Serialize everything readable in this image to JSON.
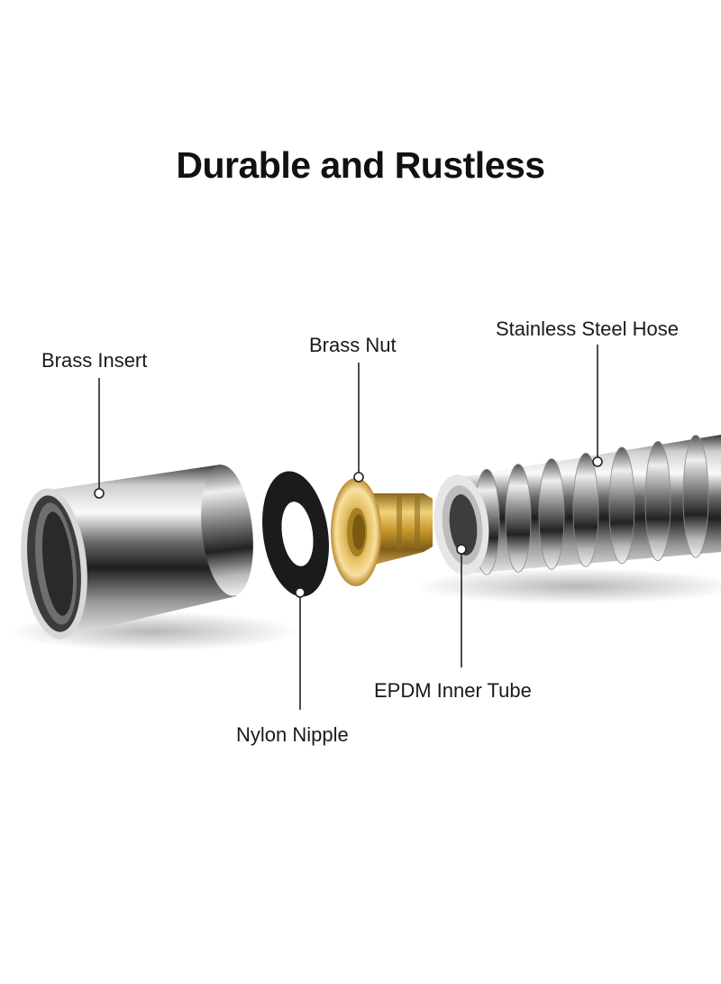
{
  "title": "Durable and Rustless",
  "labels": {
    "brass_insert": "Brass Insert",
    "brass_nut": "Brass Nut",
    "stainless_steel_hose": "Stainless Steel Hose",
    "epdm_inner_tube": "EPDM Inner Tube",
    "nylon_nipple": "Nylon Nipple"
  },
  "colors": {
    "chrome_dark": "#2a2a2a",
    "chrome_light": "#f4f4f4",
    "brass": "#d9a83a",
    "rubber": "#1b1b1b",
    "leader_line": "#222222"
  }
}
